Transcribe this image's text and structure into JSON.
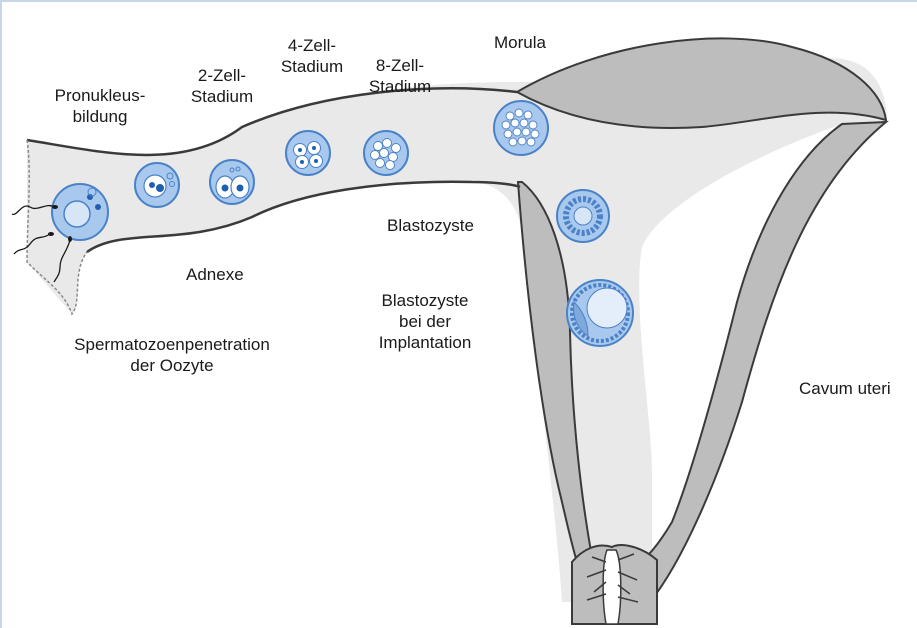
{
  "diagram": {
    "labels": {
      "pronukleus_l1": "Pronukleus-",
      "pronukleus_l2": "bildung",
      "zwei_zell_l1": "2-Zell-",
      "zwei_zell_l2": "Stadium",
      "vier_zell_l1": "4-Zell-",
      "vier_zell_l2": "Stadium",
      "acht_zell_l1": "8-Zell-",
      "acht_zell_l2": "Stadium",
      "morula": "Morula",
      "blastozyste": "Blastozyste",
      "adnexe": "Adnexe",
      "blast_impl_l1": "Blastozyste",
      "blast_impl_l2": "bei der",
      "blast_impl_l3": "Implantation",
      "sperm_l1": "Spermatozoenpenetration",
      "sperm_l2": "der Oozyte",
      "cavum": "Cavum uteri"
    },
    "colors": {
      "tissue_fill": "#e9e9e9",
      "tissue_wall": "#bdbdbd",
      "outline": "#3a3a3a",
      "cell_fill": "#a9c8ee",
      "cell_stroke": "#4a82c8",
      "nucleus": "#1f5fb0",
      "frame_border": "#c7d6e8"
    }
  }
}
